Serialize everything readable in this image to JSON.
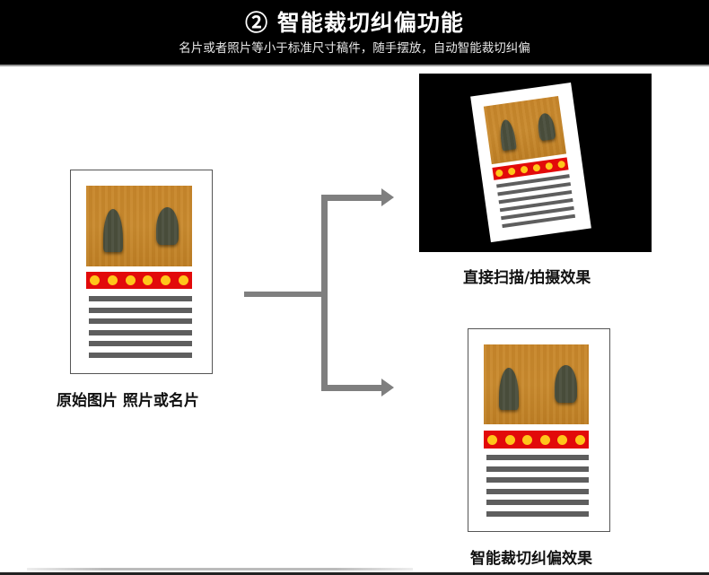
{
  "header": {
    "title": "② 智能裁切纠偏功能",
    "subtitle": "名片或者照片等小于标准尺寸稿件，随手摆放，自动智能裁切纠偏",
    "background": "#000000"
  },
  "original": {
    "caption": "原始图片 照片或名片",
    "band_dots": 6,
    "text_lines": 6
  },
  "scan_result": {
    "caption": "直接扫描/拍摄效果",
    "rotation_deg": -8
  },
  "corrected_result": {
    "caption": "智能裁切纠偏效果"
  },
  "flow": {
    "icon": "branch-arrow-icon",
    "color": "#7f7f7f"
  },
  "colors": {
    "photo_bg": "#c8862a",
    "band_red": "#e20a0a",
    "dot_yellow": "#ffc61a",
    "text_line_gray": "#5e5e5e"
  }
}
